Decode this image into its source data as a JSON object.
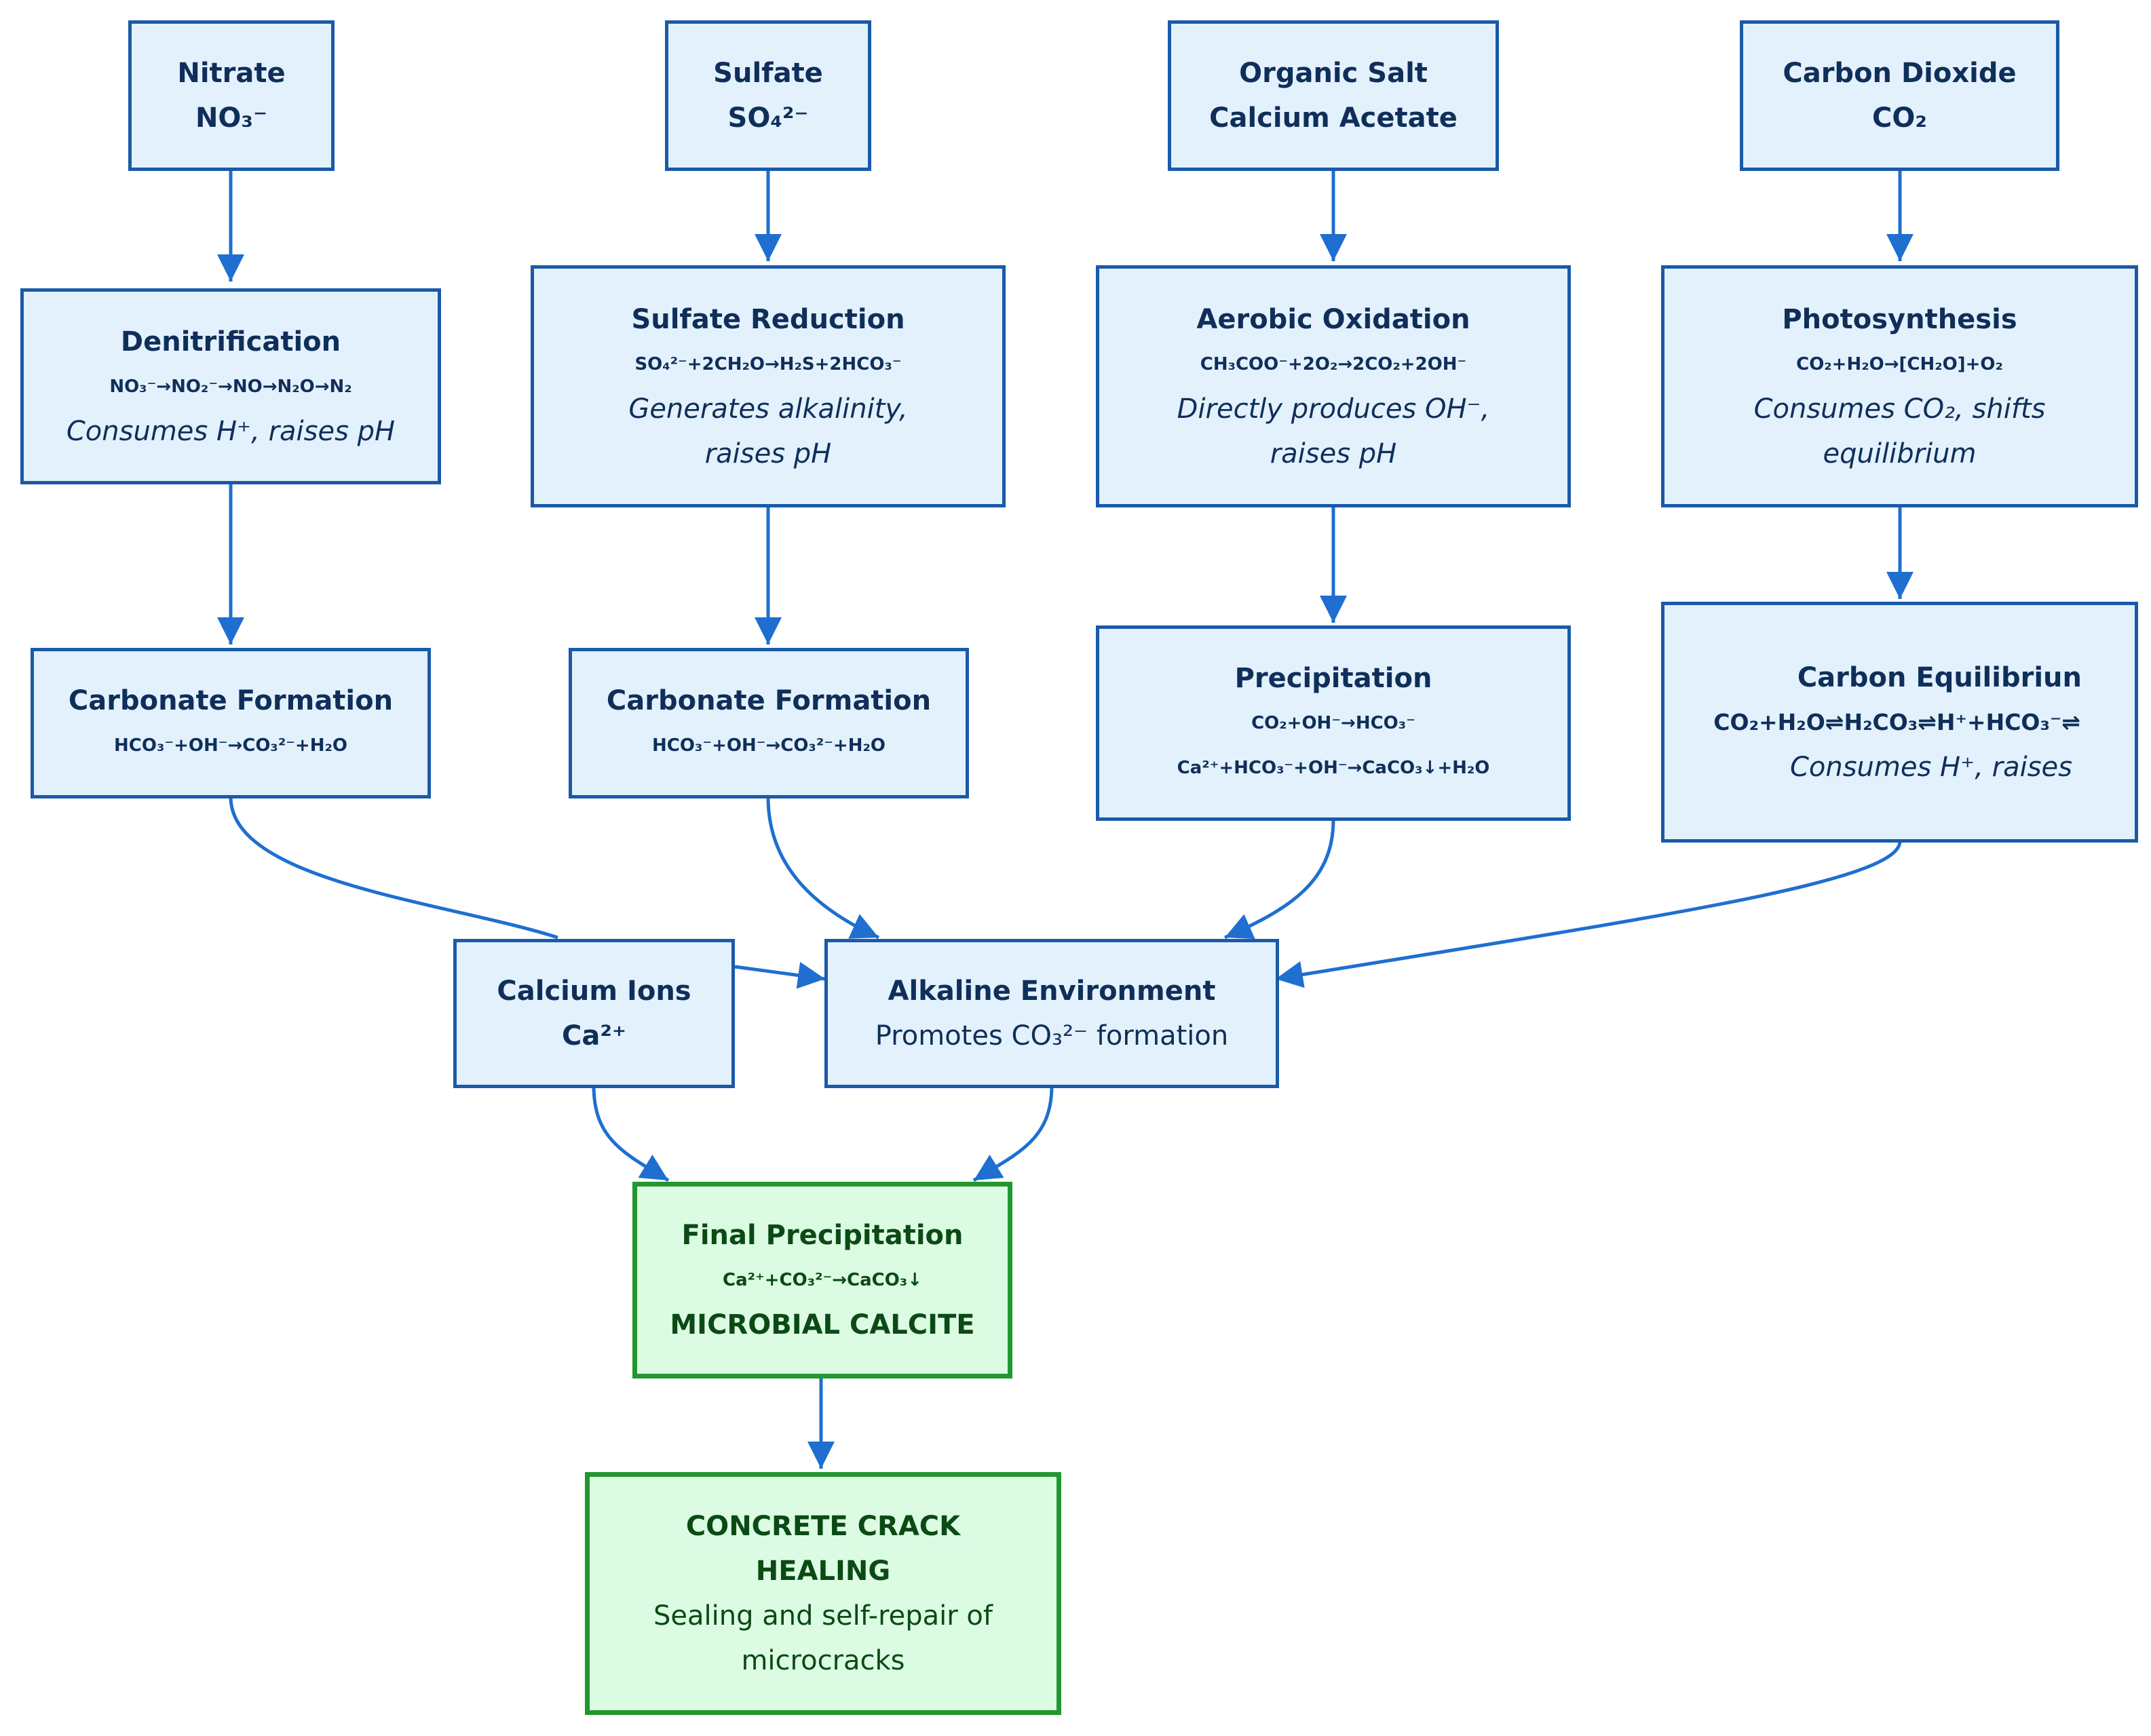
{
  "colors": {
    "node_fill": "#e3f1fc",
    "node_border": "#1a5aa8",
    "node_text": "#0f2f5a",
    "final_fill": "#dcfbe3",
    "final_border": "#22962f",
    "final_text": "#0b4a14",
    "edge": "#1e6fd0"
  },
  "nodes": {
    "nitrate": {
      "title": "Nitrate",
      "formula": "NO₃⁻"
    },
    "sulfate": {
      "title": "Sulfate",
      "formula": "SO₄²⁻"
    },
    "organic_salt": {
      "title": "Organic Salt",
      "subtitle": "Calcium Acetate"
    },
    "carbon_dioxide": {
      "title": "Carbon Dioxide",
      "formula": "CO₂"
    },
    "denitrification": {
      "title": "Denitrification",
      "formula": "NO₃⁻→NO₂⁻→NO→N₂O→N₂",
      "note": "Consumes H⁺, raises pH"
    },
    "sulfate_reduction": {
      "title": "Sulfate Reduction",
      "formula": "SO₄²⁻+2CH₂O→H₂S+2HCO₃⁻",
      "note_line1": "Generates alkalinity,",
      "note_line2": "raises pH"
    },
    "aerobic_oxidation": {
      "title": "Aerobic Oxidation",
      "formula": "CH₃COO⁻+2O₂→2CO₂+2OH⁻",
      "note_line1": "Directly produces OH⁻,",
      "note_line2": "raises pH"
    },
    "photosynthesis": {
      "title": "Photosynthesis",
      "formula": "CO₂+H₂O→[CH₂O]+O₂",
      "note_line1": "Consumes CO₂, shifts",
      "note_line2": "equilibrium"
    },
    "carbonate_formation_1": {
      "title": "Carbonate Formation",
      "formula": "HCO₃⁻+OH⁻→CO₃²⁻+H₂O"
    },
    "carbonate_formation_2": {
      "title": "Carbonate Formation",
      "formula": "HCO₃⁻+OH⁻→CO₃²⁻+H₂O"
    },
    "precipitation": {
      "title": "Precipitation",
      "formula_line1": "CO₂+OH⁻→HCO₃⁻",
      "formula_line2": "Ca²⁺+HCO₃⁻+OH⁻→CaCO₃↓+H₂O"
    },
    "carbon_equilibrium": {
      "title": "Carbon Equilibriun",
      "formula": "CO₂+H₂O⇌H₂CO₃⇌H⁺+HCO₃⁻⇌",
      "note": "Consumes H⁺, raises"
    },
    "calcium_ions": {
      "title": "Calcium Ions",
      "formula": "Ca²⁺"
    },
    "alkaline_environment": {
      "title": "Alkaline Environment",
      "text": "Promotes CO₃²⁻ formation"
    },
    "final_precipitation": {
      "title": "Final Precipitation",
      "formula": "Ca²⁺+CO₃²⁻→CaCO₃↓",
      "emphasis": "MICROBIAL CALCITE"
    },
    "crack_healing": {
      "title_line1": "CONCRETE CRACK",
      "title_line2": "HEALING",
      "text_line1": "Sealing and self-repair of",
      "text_line2": "microcracks"
    }
  }
}
